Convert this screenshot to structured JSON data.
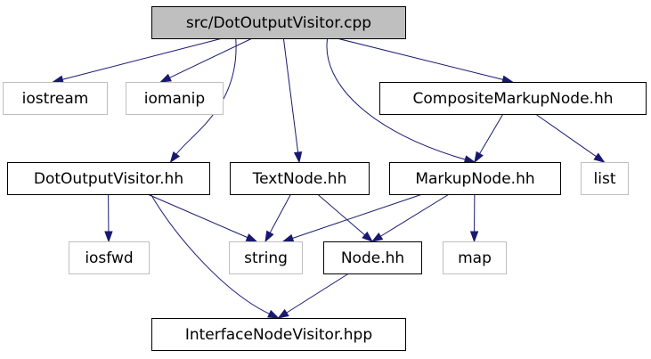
{
  "colors": {
    "edge": "#191970",
    "root_fill": "#bfbfbf",
    "box_border": "#000000",
    "external_border": "#bfbfbf",
    "text": "#000000",
    "external_text": "#000000"
  },
  "nodes": [
    {
      "id": "src-dotoutputvisitor-cpp",
      "label": "src/DotOutputVisitor.cpp",
      "kind": "root"
    },
    {
      "id": "iostream",
      "label": "iostream",
      "kind": "external"
    },
    {
      "id": "iomanip",
      "label": "iomanip",
      "kind": "external"
    },
    {
      "id": "compositemarkupnode-hh",
      "label": "CompositeMarkupNode.hh",
      "kind": "file"
    },
    {
      "id": "dotoutputvisitor-hh",
      "label": "DotOutputVisitor.hh",
      "kind": "file"
    },
    {
      "id": "textnode-hh",
      "label": "TextNode.hh",
      "kind": "file"
    },
    {
      "id": "markupnode-hh",
      "label": "MarkupNode.hh",
      "kind": "file"
    },
    {
      "id": "list",
      "label": "list",
      "kind": "external"
    },
    {
      "id": "iosfwd",
      "label": "iosfwd",
      "kind": "external"
    },
    {
      "id": "string",
      "label": "string",
      "kind": "external"
    },
    {
      "id": "node-hh",
      "label": "Node.hh",
      "kind": "file"
    },
    {
      "id": "map",
      "label": "map",
      "kind": "external"
    },
    {
      "id": "interfacenodevisitor-hpp",
      "label": "InterfaceNodeVisitor.hpp",
      "kind": "file"
    }
  ],
  "edges": [
    {
      "from": "src-dotoutputvisitor-cpp",
      "to": "iostream"
    },
    {
      "from": "src-dotoutputvisitor-cpp",
      "to": "iomanip"
    },
    {
      "from": "src-dotoutputvisitor-cpp",
      "to": "compositemarkupnode-hh"
    },
    {
      "from": "src-dotoutputvisitor-cpp",
      "to": "dotoutputvisitor-hh"
    },
    {
      "from": "src-dotoutputvisitor-cpp",
      "to": "textnode-hh"
    },
    {
      "from": "src-dotoutputvisitor-cpp",
      "to": "markupnode-hh"
    },
    {
      "from": "compositemarkupnode-hh",
      "to": "markupnode-hh"
    },
    {
      "from": "compositemarkupnode-hh",
      "to": "list"
    },
    {
      "from": "dotoutputvisitor-hh",
      "to": "iosfwd"
    },
    {
      "from": "dotoutputvisitor-hh",
      "to": "string"
    },
    {
      "from": "dotoutputvisitor-hh",
      "to": "interfacenodevisitor-hpp"
    },
    {
      "from": "textnode-hh",
      "to": "string"
    },
    {
      "from": "textnode-hh",
      "to": "node-hh"
    },
    {
      "from": "markupnode-hh",
      "to": "string"
    },
    {
      "from": "markupnode-hh",
      "to": "node-hh"
    },
    {
      "from": "markupnode-hh",
      "to": "map"
    },
    {
      "from": "node-hh",
      "to": "interfacenodevisitor-hpp"
    }
  ]
}
